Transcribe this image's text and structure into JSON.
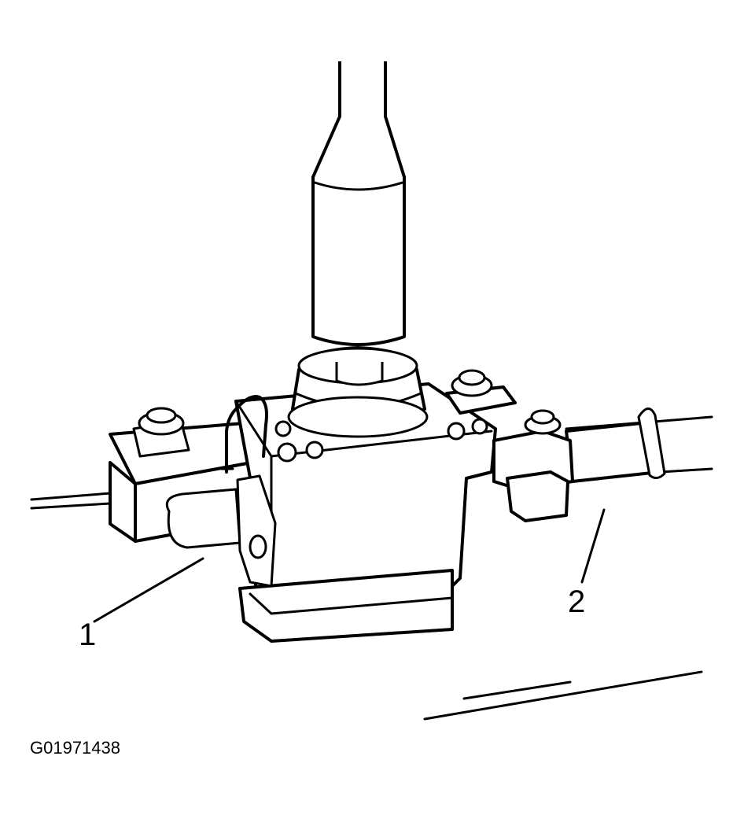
{
  "callouts": [
    {
      "id": "1",
      "label": "1"
    },
    {
      "id": "2",
      "label": "2"
    }
  ],
  "figure_id": "G01971438",
  "colors": {
    "line": "#000000",
    "background": "#ffffff"
  }
}
